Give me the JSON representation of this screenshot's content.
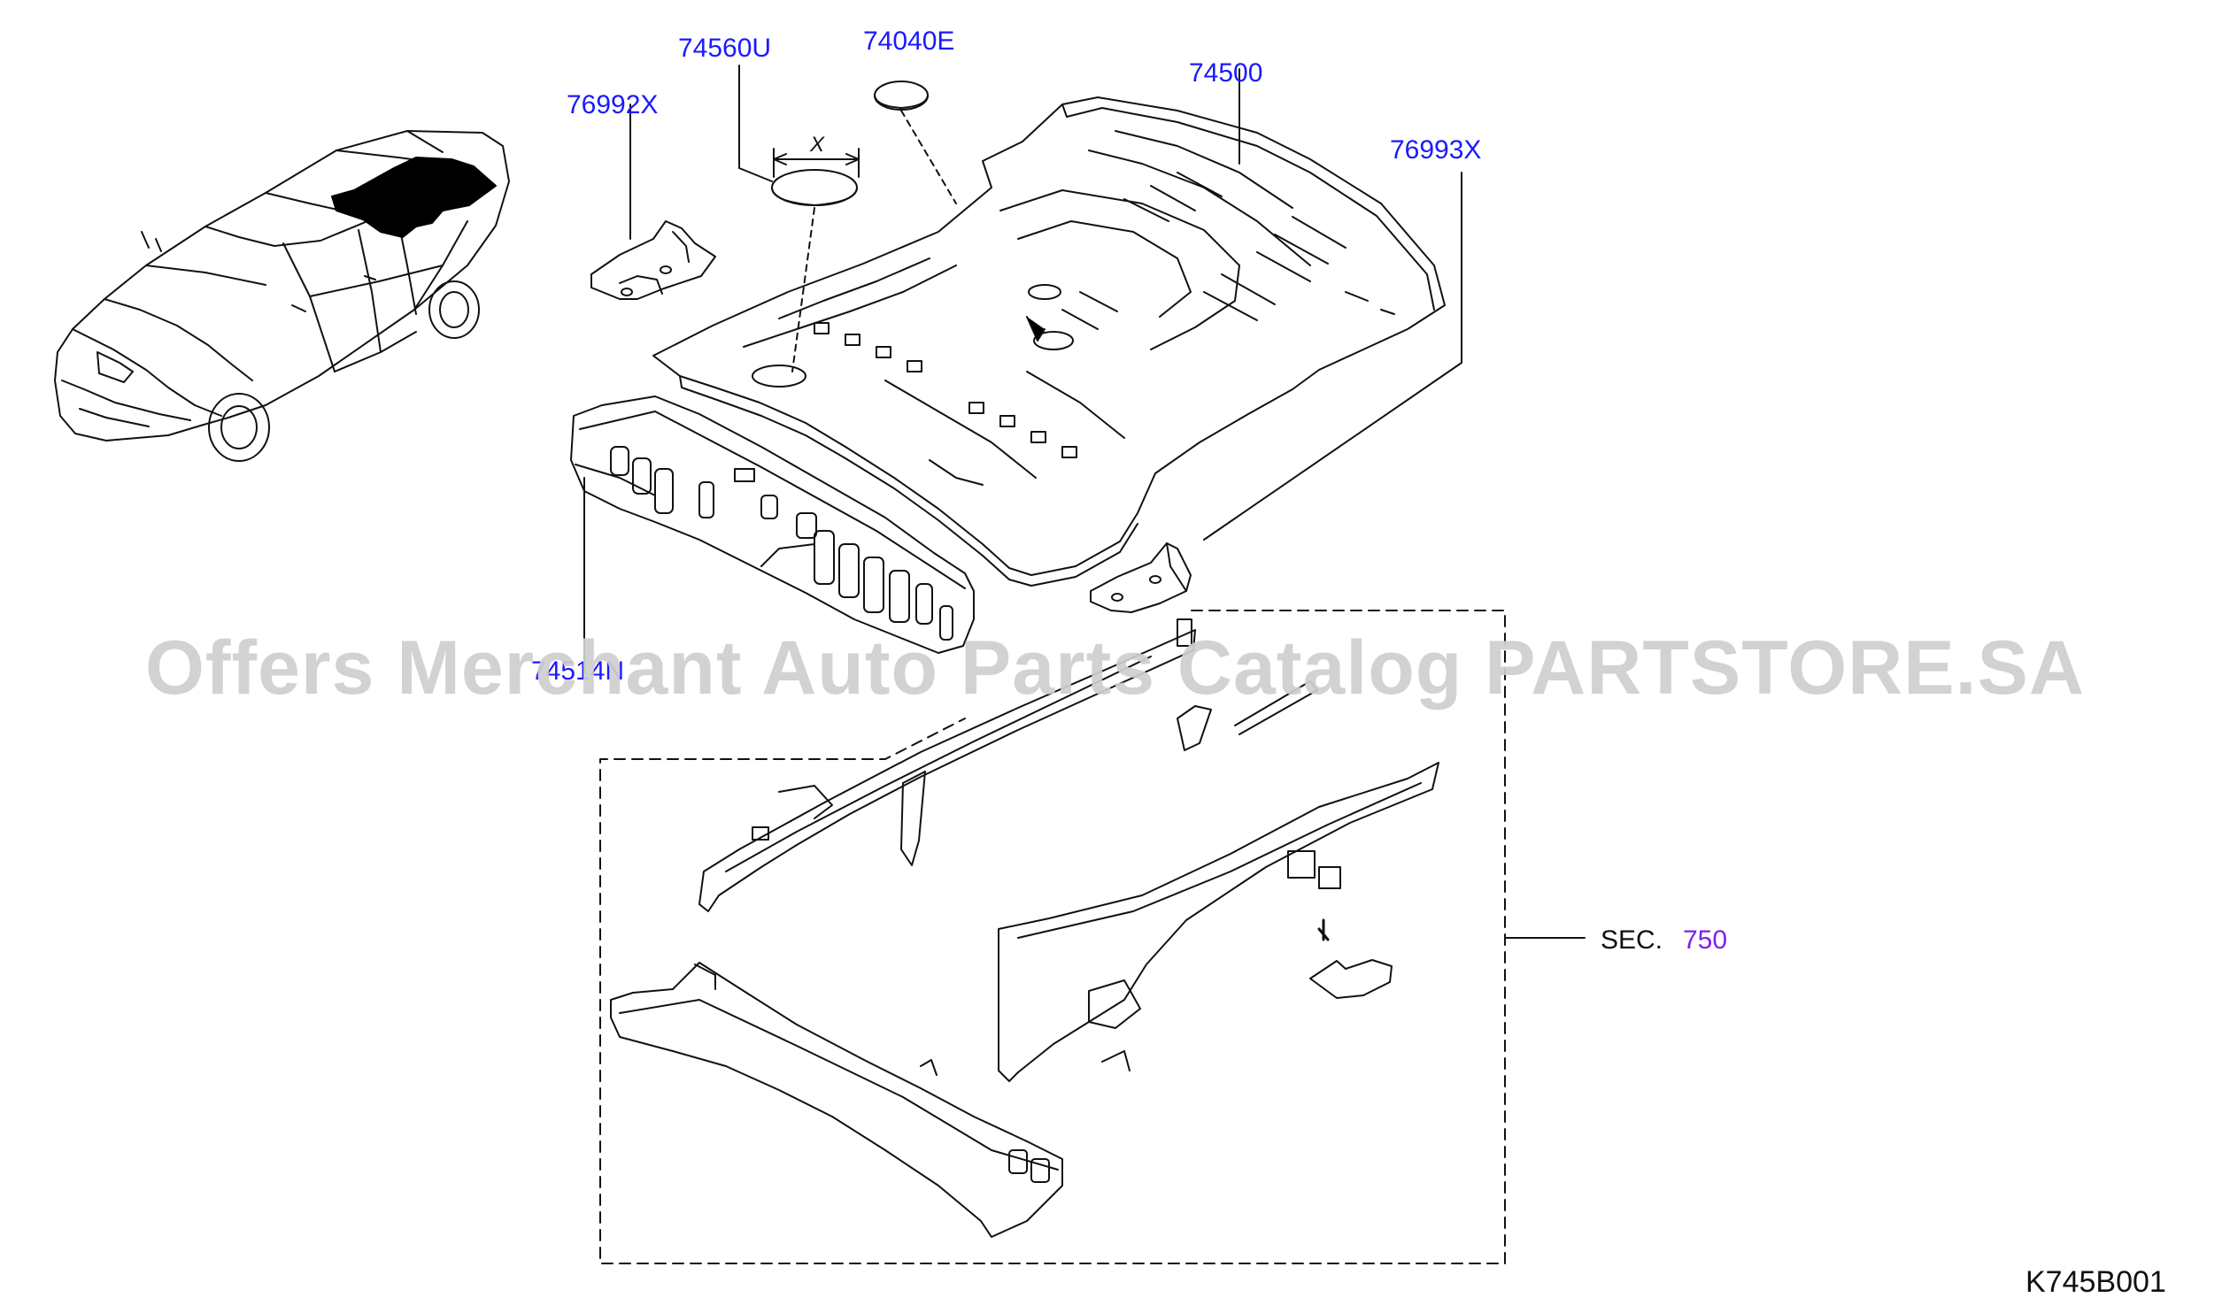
{
  "diagram": {
    "callouts": {
      "c76992X": "76992X",
      "c74560U": "74560U",
      "c74040E": "74040E",
      "c74500": "74500",
      "c76993X": "76993X",
      "c74514N": "74514N"
    },
    "section_ref": {
      "prefix": "SEC.",
      "number": "750"
    },
    "drawing_code": "K745B001",
    "dimension_mark": "X"
  },
  "watermark": "Offers Merchant Auto Parts Catalog PARTSTORE.SA",
  "colors": {
    "callout": "#1a1aff",
    "section_link": "#7a22ee",
    "line": "#111111",
    "watermark": "#cfcfcf",
    "highlight": "#000000"
  }
}
